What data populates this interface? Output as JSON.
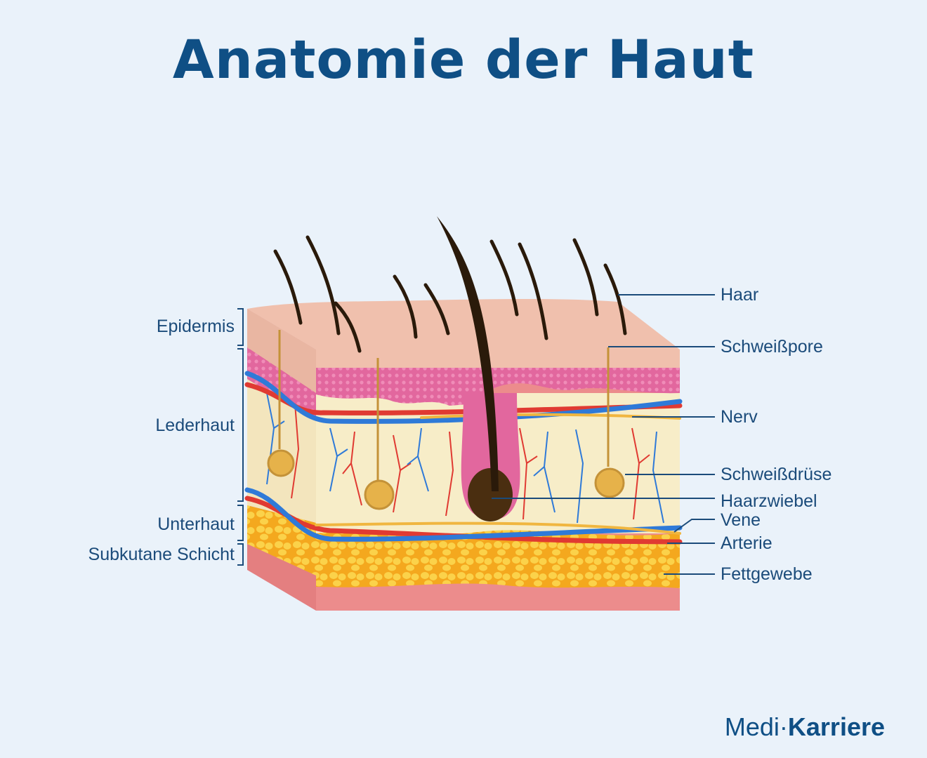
{
  "title": "Anatomie der Haut",
  "left_labels": {
    "epidermis": "Epidermis",
    "lederhaut": "Lederhaut",
    "unterhaut": "Unterhaut",
    "subkutan": "Subkutane Schicht"
  },
  "right_labels": {
    "haar": "Haar",
    "schweisspore": "Schweißpore",
    "nerv": "Nerv",
    "schweissdruese": "Schweißdrüse",
    "haarzwiebel": "Haarzwiebel",
    "vene": "Vene",
    "arterie": "Arterie",
    "fettgewebe": "Fettgewebe"
  },
  "brand": {
    "part1": "Medi",
    "part2": "Karriere"
  },
  "colors": {
    "title": "#0f4f85",
    "label": "#1b4b7a",
    "epidermis": "#f0c0ad",
    "pink_layer": "#e2679e",
    "dermis": "#f7edc8",
    "fat": "#f6c02a",
    "base": "#ec8c8c",
    "vein": "#2f7ad8",
    "artery": "#e03a32",
    "nerve": "#f0b640",
    "hair": "#2a1a0a"
  }
}
